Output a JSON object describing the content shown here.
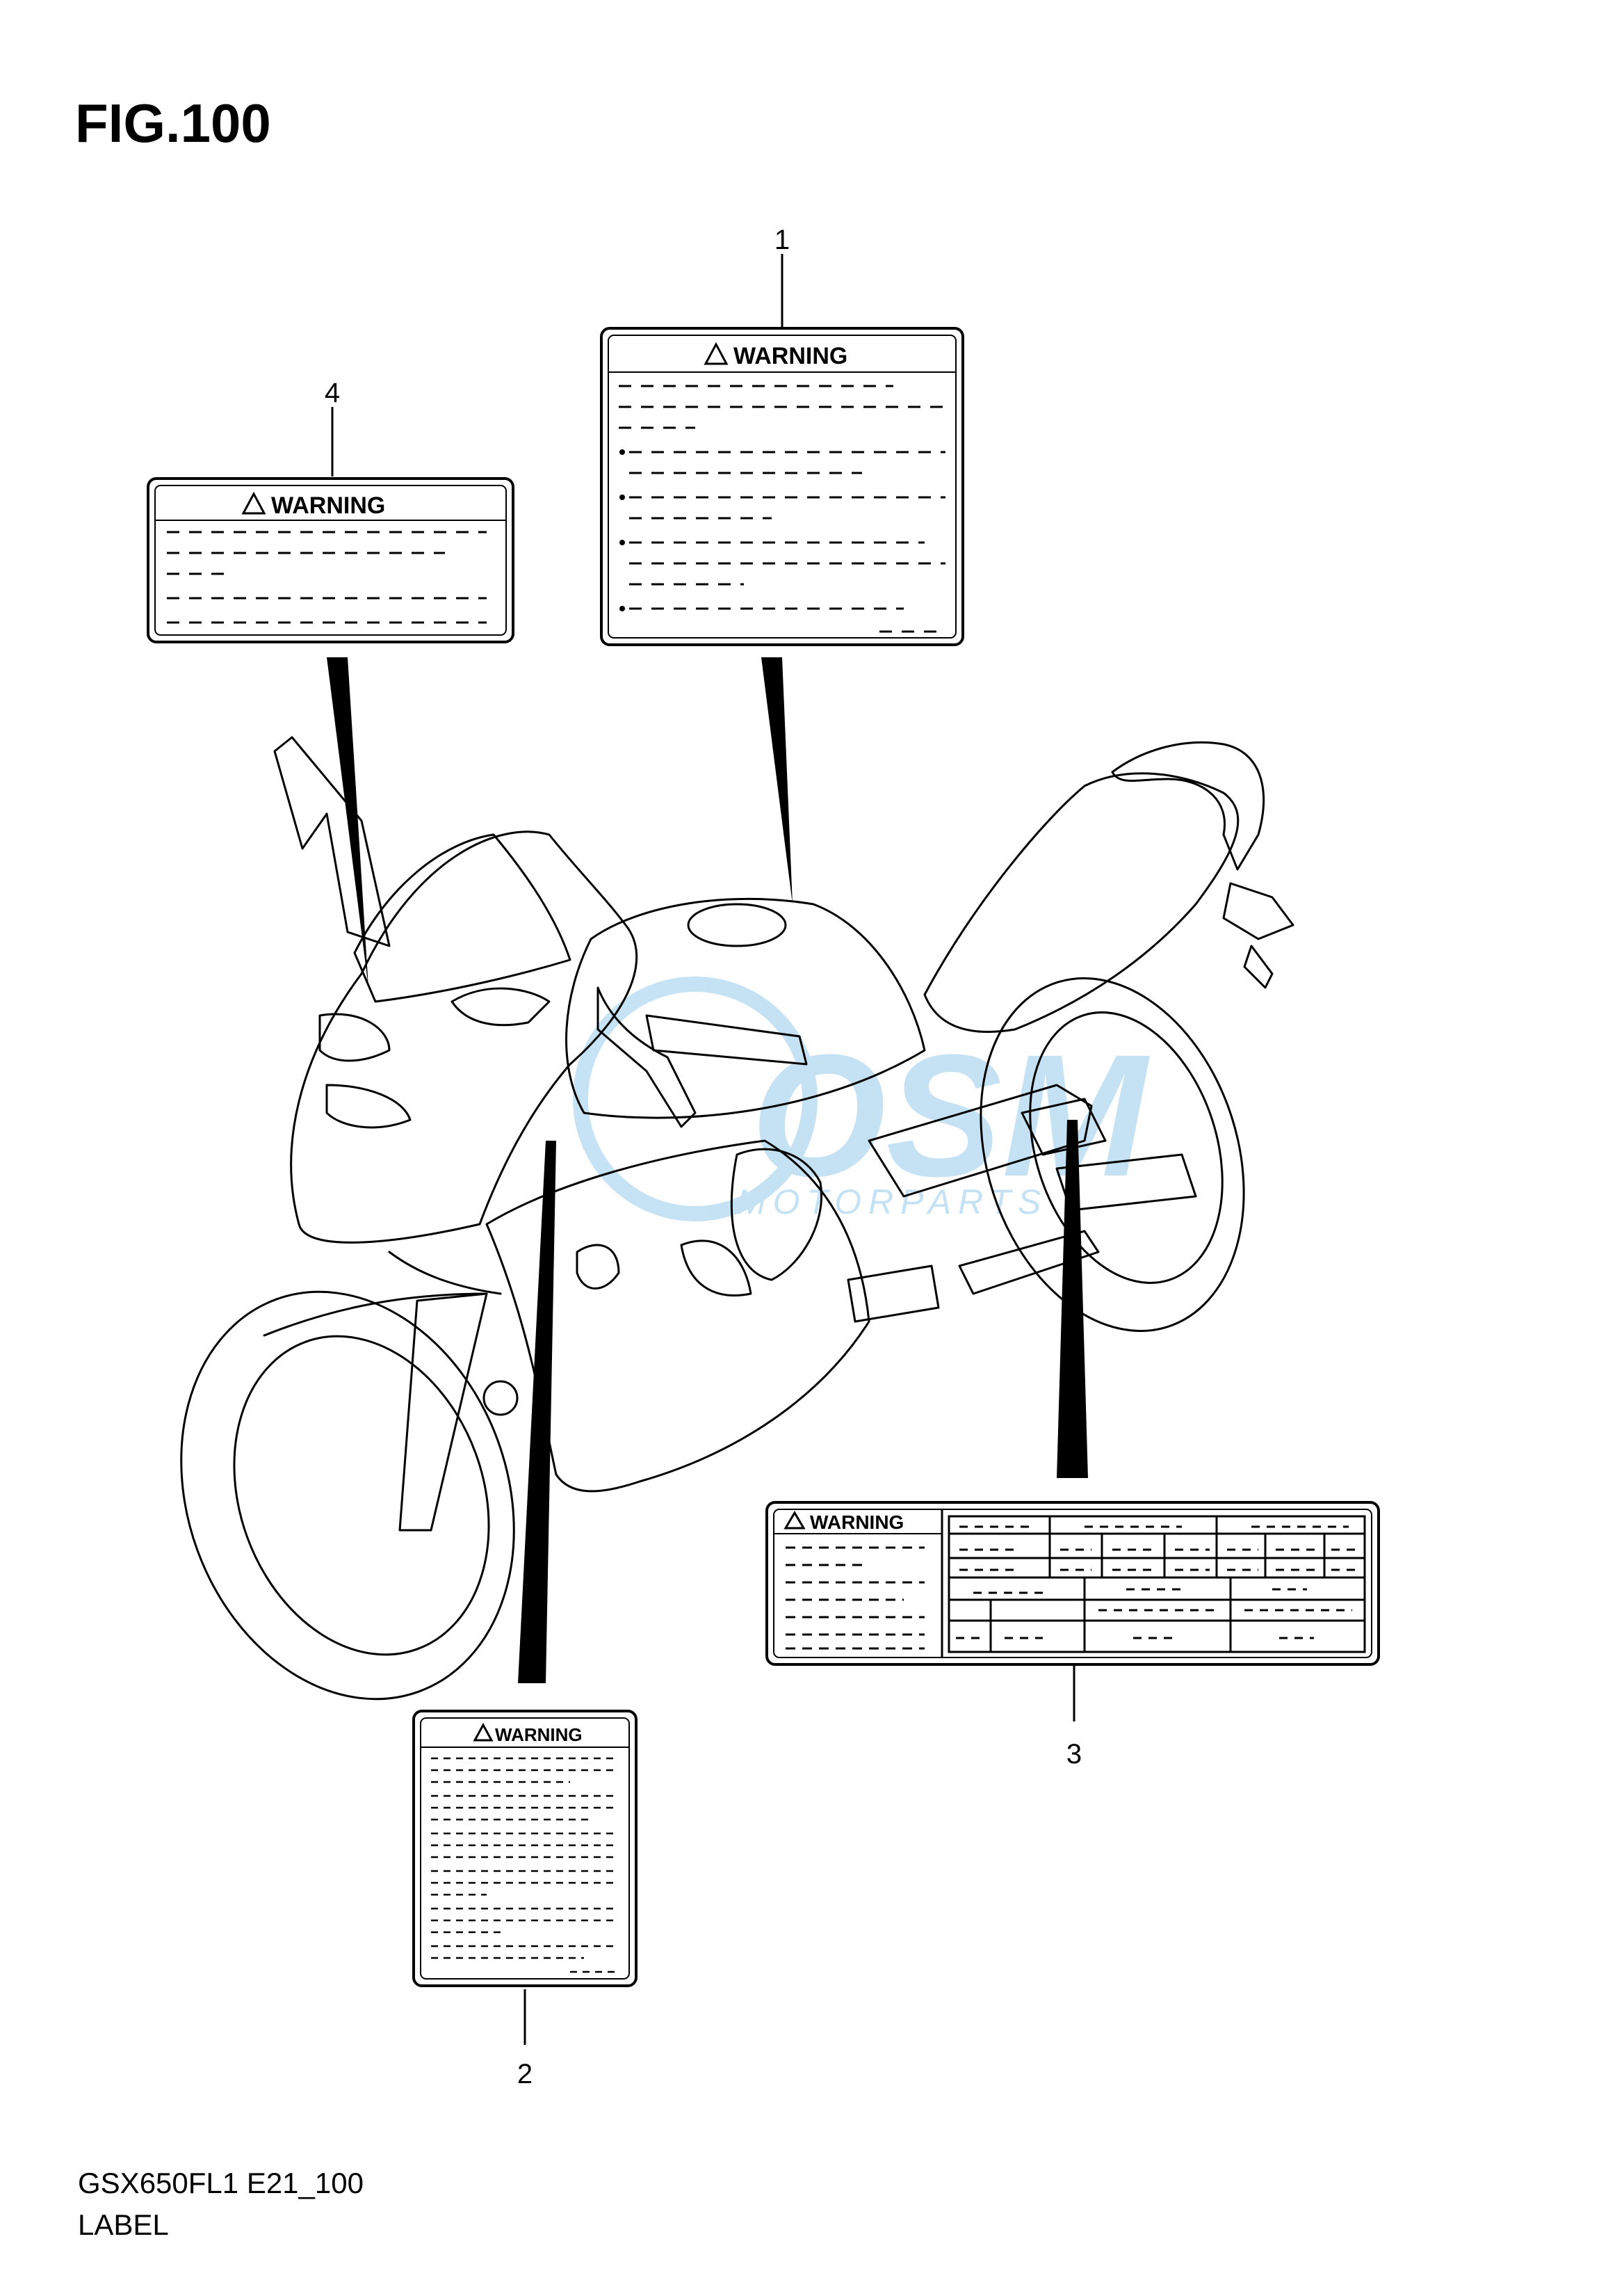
{
  "figure": {
    "title": "FIG.100",
    "model_code": "GSX650FL1 E21_100",
    "section_name": "LABEL"
  },
  "callouts": [
    {
      "number": "1",
      "label_text": "WARNING"
    },
    {
      "number": "2",
      "label_text": "WARNING"
    },
    {
      "number": "3",
      "label_text": "WARNING"
    },
    {
      "number": "4",
      "label_text": "WARNING"
    }
  ],
  "watermark": {
    "brand": "OSM",
    "tagline": "MOTORPARTS",
    "color": "#5aaee0"
  },
  "colors": {
    "line": "#000000",
    "background": "#ffffff"
  }
}
